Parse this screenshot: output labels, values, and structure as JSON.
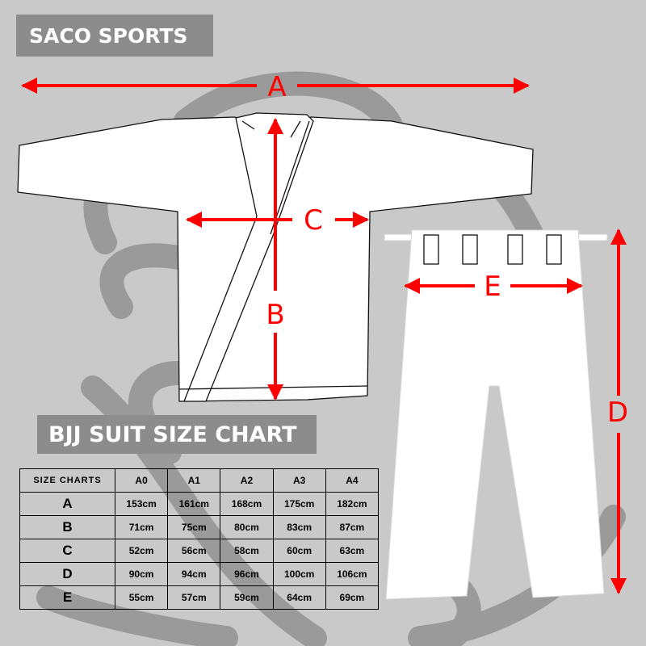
{
  "header": {
    "brand": "SACO SPORTS"
  },
  "chart_title": "BJJ SUIT SIZE CHART",
  "dimension_labels": {
    "A": "A",
    "B": "B",
    "C": "C",
    "D": "D",
    "E": "E"
  },
  "colors": {
    "background": "#c9c9c9",
    "banner": "#8c8c8c",
    "arrows": "#ff0000",
    "garment": "#ffffff",
    "logo_watermark": "#9a9a9a"
  },
  "size_table": {
    "corner_label": "SIZE CHARTS",
    "columns": [
      "A0",
      "A1",
      "A2",
      "A3",
      "A4"
    ],
    "rows": [
      {
        "label": "A",
        "values": [
          "153cm",
          "161cm",
          "168cm",
          "175cm",
          "182cm"
        ]
      },
      {
        "label": "B",
        "values": [
          "71cm",
          "75cm",
          "80cm",
          "83cm",
          "87cm"
        ]
      },
      {
        "label": "C",
        "values": [
          "52cm",
          "56cm",
          "58cm",
          "60cm",
          "63cm"
        ]
      },
      {
        "label": "D",
        "values": [
          "90cm",
          "94cm",
          "96cm",
          "100cm",
          "106cm"
        ]
      },
      {
        "label": "E",
        "values": [
          "55cm",
          "57cm",
          "59cm",
          "64cm",
          "69cm"
        ]
      }
    ]
  }
}
